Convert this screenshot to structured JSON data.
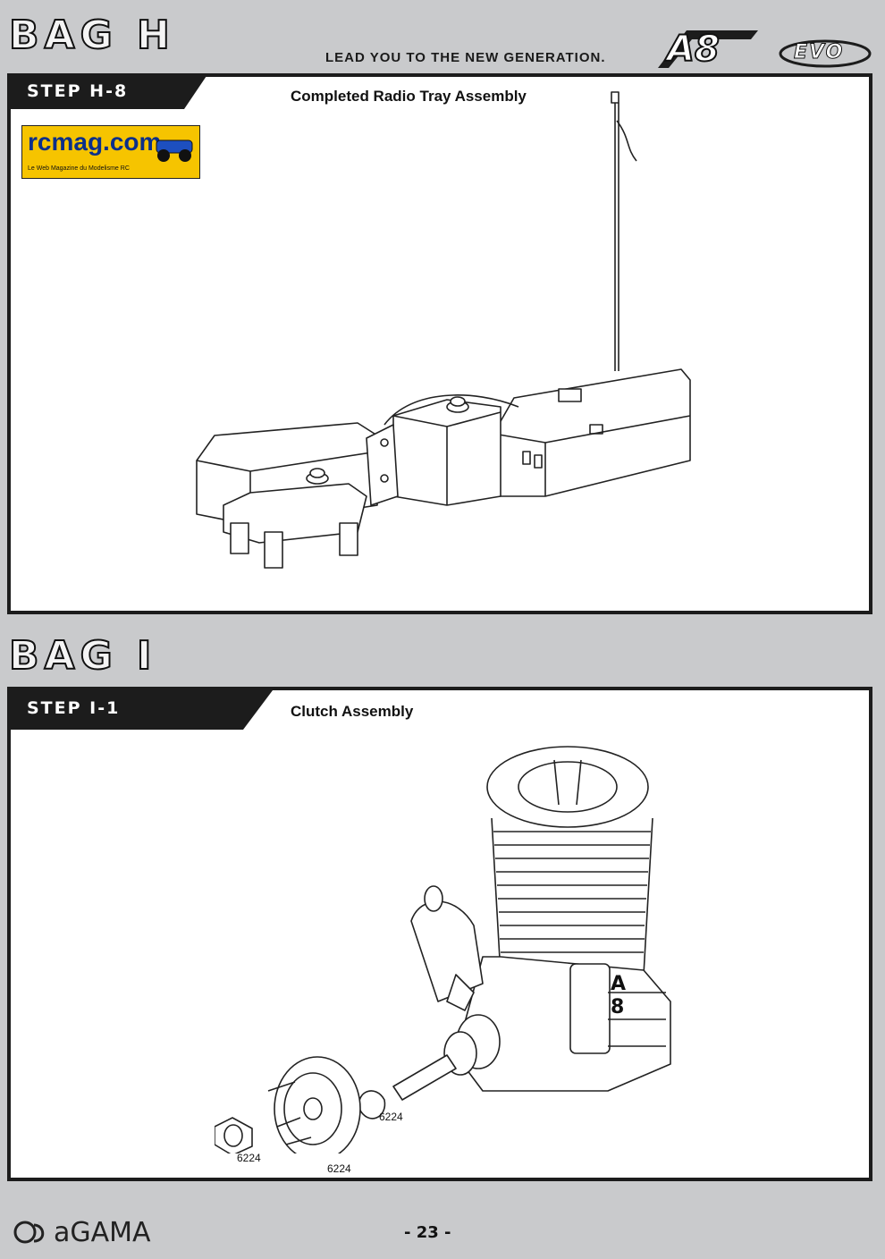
{
  "header": {
    "bag_title": "BAG H",
    "tagline": "LEAD YOU TO THE NEW GENERATION.",
    "logo_main": "A8",
    "logo_sub": "EVO"
  },
  "watermark": {
    "site": "rcmag.com",
    "subtitle": "Le Web Magazine du Modelisme RC"
  },
  "step_h8": {
    "tab": "STEP H-8",
    "caption": "Completed Radio Tray Assembly"
  },
  "bag_i": {
    "title": "BAG I"
  },
  "step_i1": {
    "tab": "STEP I-1",
    "caption": "Clutch Assembly",
    "engine_mark": "A8",
    "parts": [
      "6224",
      "6224",
      "6224"
    ]
  },
  "footer": {
    "brand": "aGAMA",
    "page": "- 23 -"
  },
  "colors": {
    "background": "#c9cacc",
    "panel": "#ffffff",
    "ink": "#1c1c1c"
  }
}
